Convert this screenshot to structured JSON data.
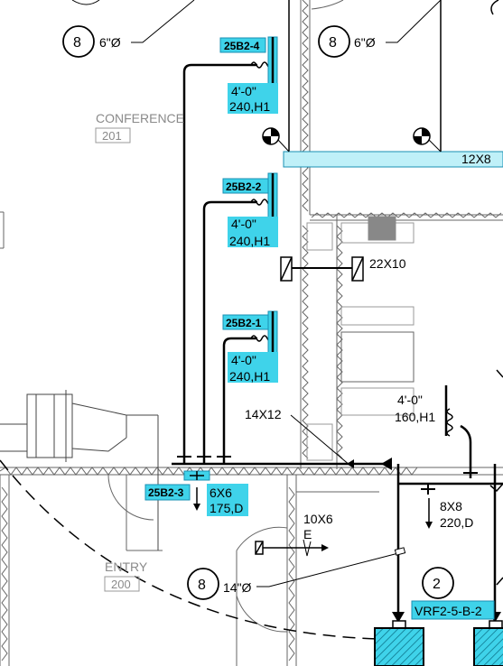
{
  "drawing": {
    "tags": {
      "t1": "25B2-4",
      "t2": "25B2-2",
      "t3": "25B2-1",
      "t4": "25B2-3",
      "vrf": "VRF2-5-B-2"
    },
    "ratings": {
      "t1_len": "4'-0\"",
      "t1_rate": "240,H1",
      "t2_len": "4'-0\"",
      "t2_rate": "240,H1",
      "t3_len": "4'-0\"",
      "t3_rate": "240,H1",
      "t4_size": "6X6",
      "t4_rate": "175,D",
      "d5_len": "4'-0\"",
      "d5_rate": "160,H1"
    },
    "duct_sizes": {
      "main": "12X8",
      "cross": "22X10",
      "riser": "14X12",
      "lower": "8X8",
      "lower_rate": "220,D",
      "exhaust": "10X6",
      "exhaust_tag": "E"
    },
    "callouts": {
      "c1_num": "8",
      "c1_text": "6\"Ø",
      "c2_num": "8",
      "c2_text": "6\"Ø",
      "c3_num": "8",
      "c3_text": "14\"Ø",
      "c4_num": "2"
    },
    "rooms": {
      "r1_name": "CONFERENCE",
      "r1_num": "201",
      "r2_name": "ENTRY",
      "r2_num": "200"
    },
    "colors": {
      "tag_fill": "#3fd3ea",
      "tag_border": "#1a8fb3",
      "line": "#000000",
      "room_text": "#8a8a8a",
      "equipment_fill": "#3fd3ea"
    }
  }
}
